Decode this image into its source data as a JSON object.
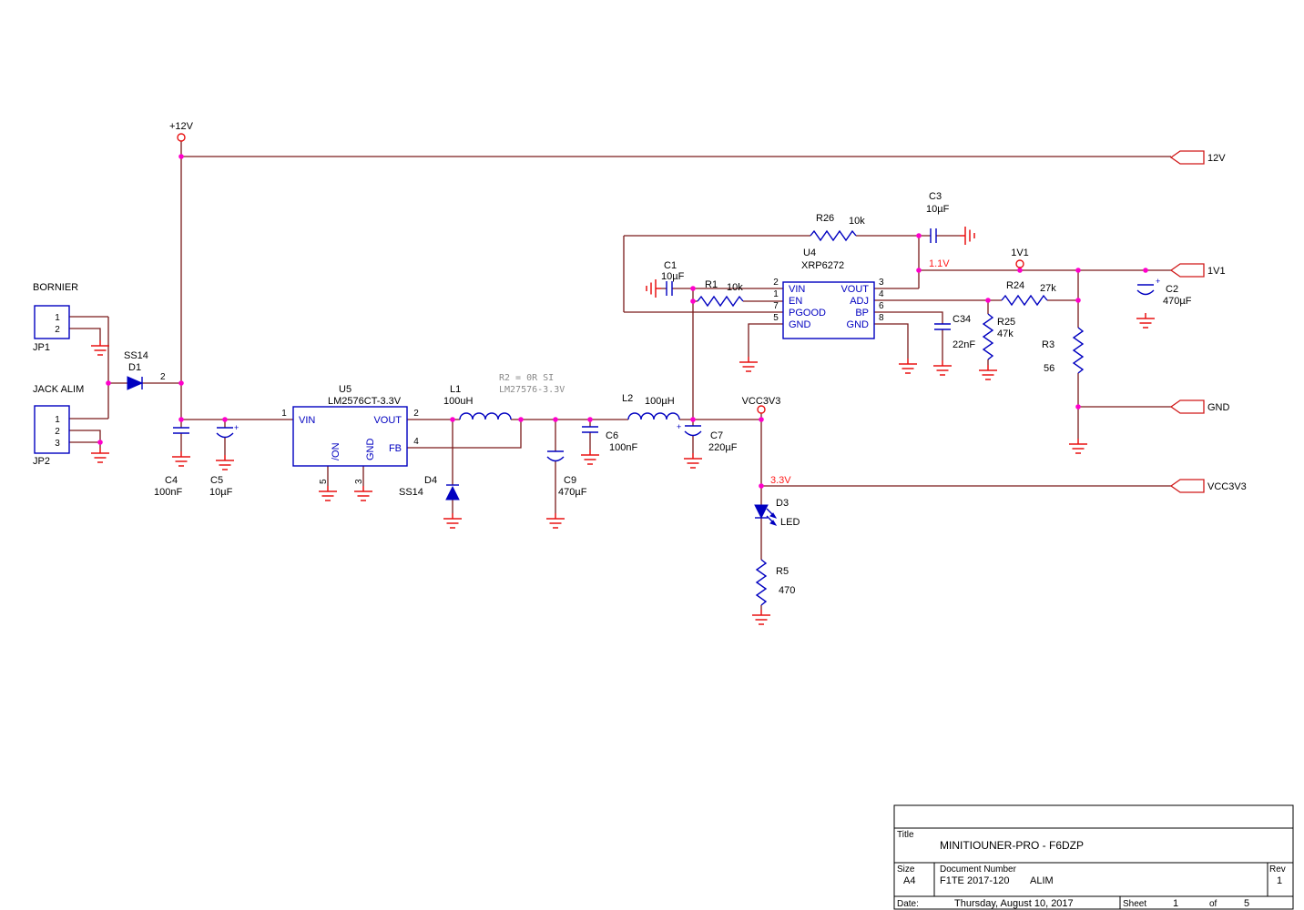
{
  "nets": {
    "p12v": "+12V",
    "vcc3v3": "VCC3V3",
    "v1v1": "1V1",
    "n11v": "1.1V",
    "n33v": "3.3V"
  },
  "flags": {
    "f12v": "12V",
    "f1v1": "1V1",
    "fgnd": "GND",
    "fvcc3v3": "VCC3V3"
  },
  "connectors": {
    "bornier_title": "BORNIER",
    "jp1_ref": "JP1",
    "jp1_pin1": "1",
    "jp1_pin2": "2",
    "jack_title": "JACK ALIM",
    "jp2_ref": "JP2",
    "jp2_pin1": "1",
    "jp2_pin2": "2",
    "jp2_pin3": "3"
  },
  "d1": {
    "ref": "D1",
    "value": "SS14",
    "pin2": "2"
  },
  "u5": {
    "ref": "U5",
    "value": "LM2576CT-3.3V",
    "pin_vin": "VIN",
    "pin_vout": "VOUT",
    "pin_fb": "FB",
    "pin_on": "/ON",
    "pin_gnd": "GND",
    "num_vin": "1",
    "num_vout": "2",
    "num_fb": "4",
    "num_on": "5",
    "num_gnd": "3"
  },
  "u4": {
    "ref": "U4",
    "value": "XRP6272",
    "pin_vin": "VIN",
    "pin_en": "EN",
    "pin_pgood": "PGOOD",
    "pin_gnd_l": "GND",
    "pin_vout": "VOUT",
    "pin_adj": "ADJ",
    "pin_bp": "BP",
    "pin_gnd_r": "GND",
    "num_vin": "2",
    "num_en": "1",
    "num_pgood": "7",
    "num_gnd_l": "5",
    "num_vout": "3",
    "num_adj": "4",
    "num_bp": "6",
    "num_gnd_r": "8"
  },
  "caps": {
    "plus": "+",
    "c1_ref": "C1",
    "c1_val": "10µF",
    "c2_ref": "C2",
    "c2_val": "470µF",
    "c3_ref": "C3",
    "c3_val": "10µF",
    "c4_ref": "C4",
    "c4_val": "100nF",
    "c5_ref": "C5",
    "c5_val": "10µF",
    "c6_ref": "C6",
    "c6_val": "100nF",
    "c7_ref": "C7",
    "c7_val": "220µF",
    "c9_ref": "C9",
    "c9_val": "470µF",
    "c34_ref": "C34",
    "c34_val": "22nF"
  },
  "res": {
    "r1_ref": "R1",
    "r1_val": "10k",
    "r26_ref": "R26",
    "r26_val": "10k",
    "r24_ref": "R24",
    "r24_val": "27k",
    "r25_ref": "R25",
    "r25_val": "47k",
    "r3_ref": "R3",
    "r3_val": "56",
    "r5_ref": "R5",
    "r5_val": "470"
  },
  "inductors": {
    "l1_ref": "L1",
    "l1_val": "100uH",
    "l2_ref": "L2",
    "l2_val": "100µH"
  },
  "diodes": {
    "d3_ref": "D3",
    "d3_val": "LED",
    "d4_ref": "D4",
    "d4_val": "SS14"
  },
  "note": {
    "line1": "R2 = 0R SI",
    "line2": "LM27576-3.3V"
  },
  "title_block": {
    "title_label": "Title",
    "title": "MINITIOUNER-PRO -  F6DZP",
    "size_label": "Size",
    "size": "A4",
    "doc_label": "Document Number",
    "doc_number": "F1TE 2017-120",
    "doc_name": "ALIM",
    "rev_label": "Rev",
    "rev": "1",
    "date_label": "Date:",
    "date": "Thursday, August 10, 2017",
    "sheet_label": "Sheet",
    "sheet_num": "1",
    "of_label": "of",
    "sheet_total": "5"
  }
}
